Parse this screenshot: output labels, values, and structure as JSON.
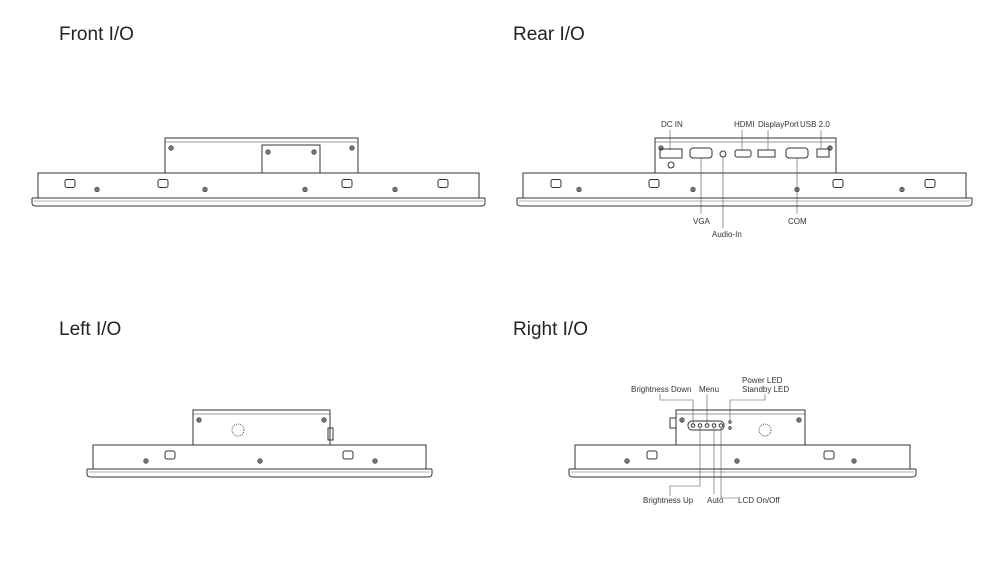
{
  "sections": {
    "front": {
      "title": "Front I/O"
    },
    "rear": {
      "title": "Rear I/O",
      "labels": {
        "dc_in": "DC IN",
        "hdmi": "HDMI",
        "displayport": "DisplayPort",
        "usb": "USB 2.0",
        "vga": "VGA",
        "audio_in": "Audio-In",
        "com": "COM"
      }
    },
    "left": {
      "title": "Left I/O"
    },
    "right": {
      "title": "Right I/O",
      "labels": {
        "brightness_down": "Brightness Down",
        "menu": "Menu",
        "power_led": "Power LED",
        "standby_led": "Standby LED",
        "brightness_up": "Brightness Up",
        "auto": "Auto",
        "lcd_onoff": "LCD On/Off"
      }
    }
  }
}
